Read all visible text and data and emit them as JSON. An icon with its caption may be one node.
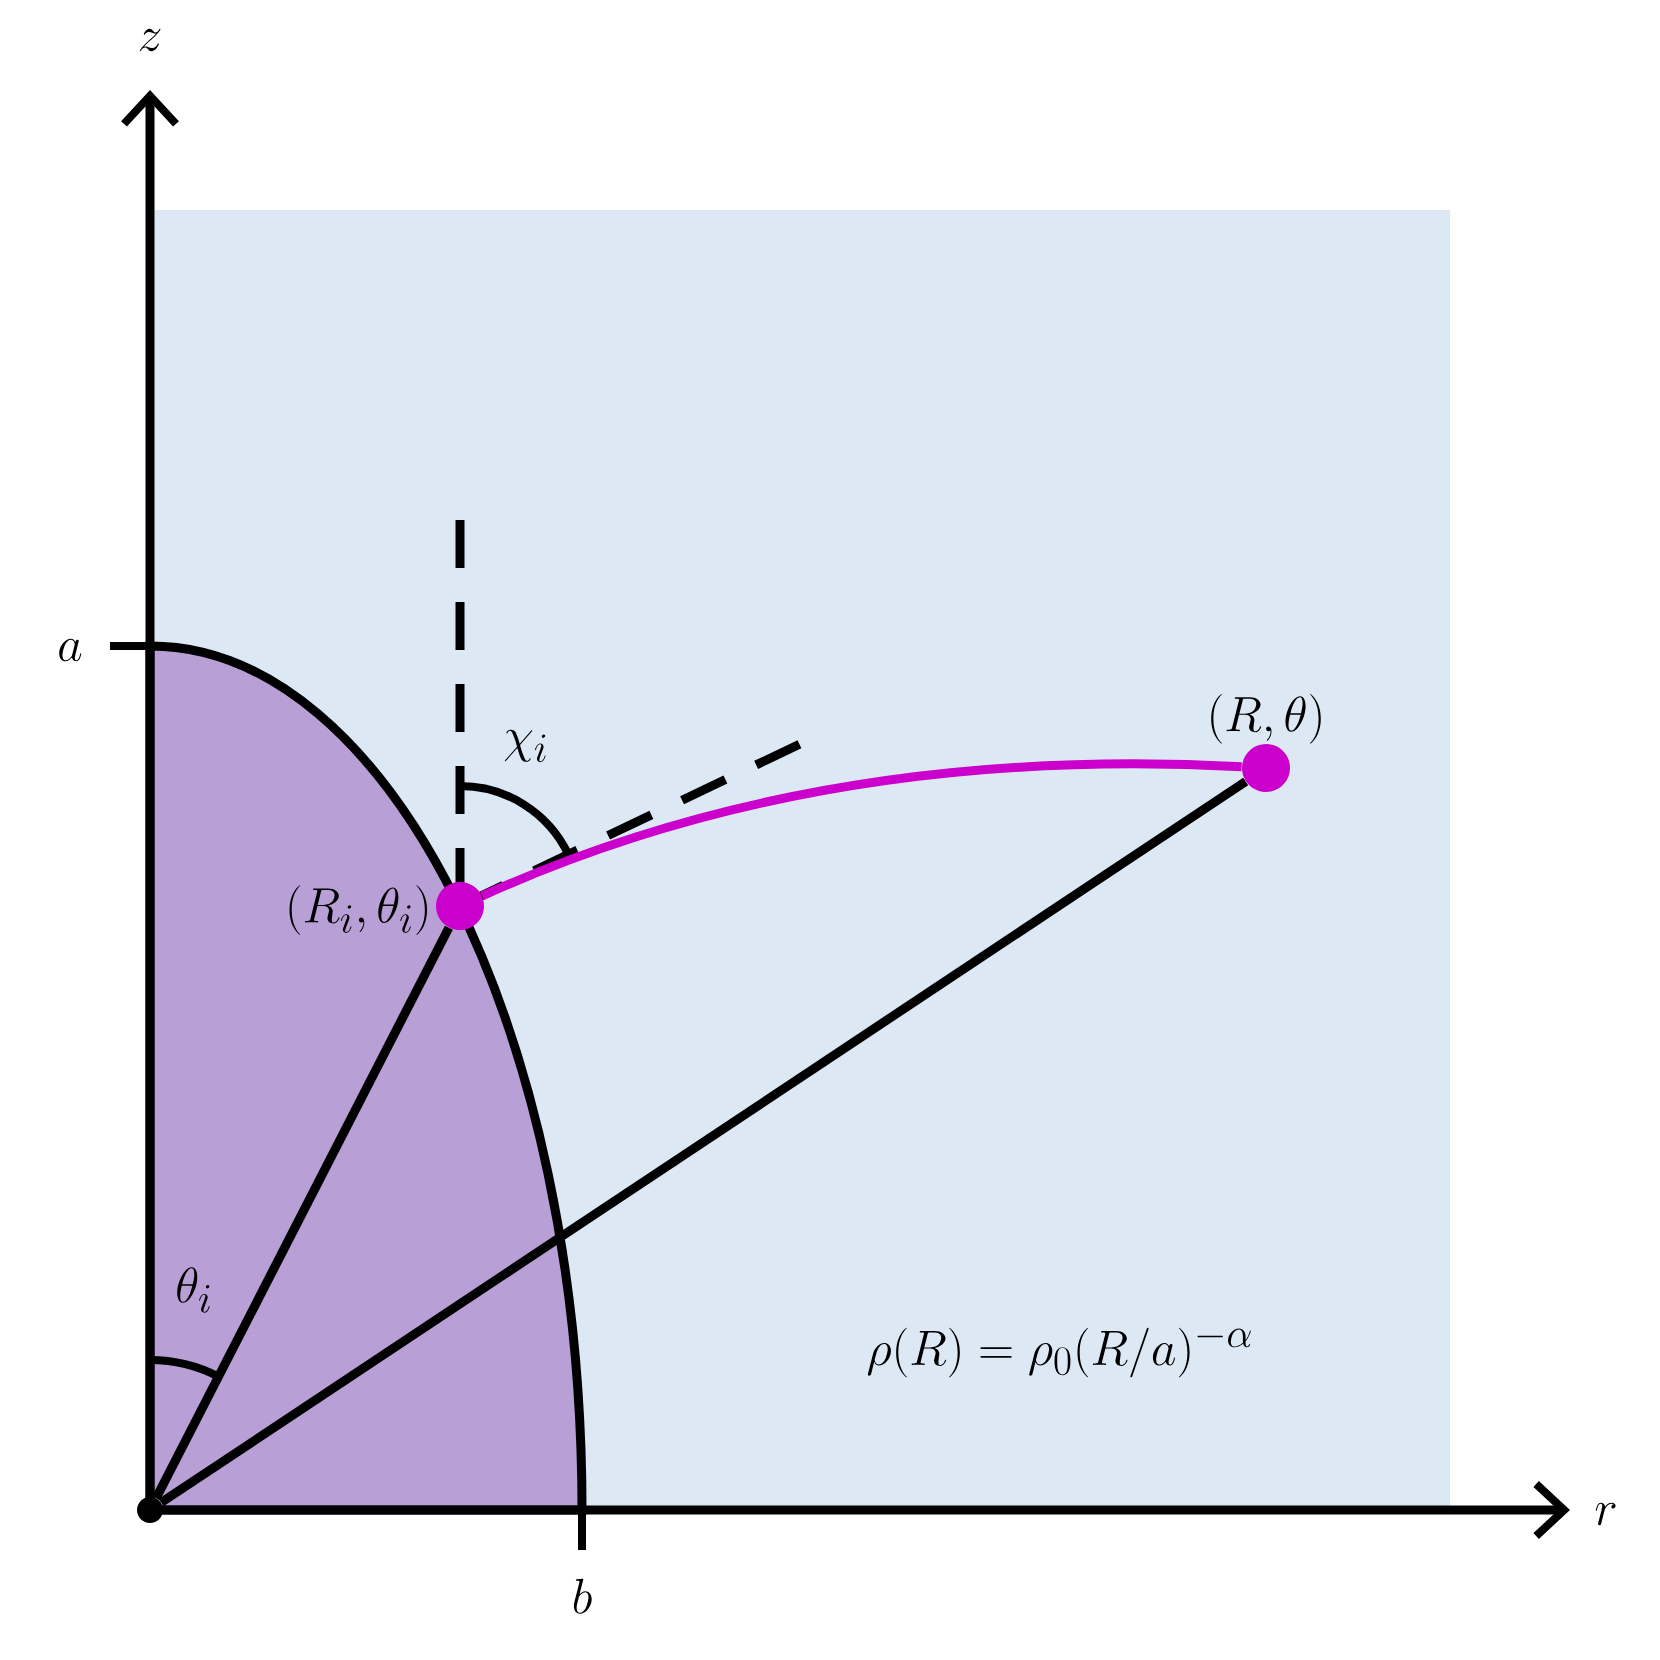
{
  "diagram": {
    "nodes": [
      {
        "text": [],
        "shape": "circle",
        "beside": [
          "(R_i, \\theta_i)"
        ]
      },
      {
        "text": [],
        "shape": "circle",
        "beside": [
          "(R, \\theta)"
        ]
      },
      {
        "text": [],
        "shape": "point"
      }
    ],
    "edges": [
      {
        "from": 0,
        "to": 1,
        "arrow": "none",
        "color": "#cc00cc"
      },
      {
        "from": 2,
        "to": 0,
        "arrow": "none"
      },
      {
        "from": 2,
        "to": 1,
        "arrow": "none"
      }
    ],
    "labels": [
      "z",
      "a",
      "\\chi_i",
      "\\theta_i",
      "\\rho(R) = \\rho_0(R/a)^{-\\alpha}",
      "r",
      "b"
    ]
  }
}
